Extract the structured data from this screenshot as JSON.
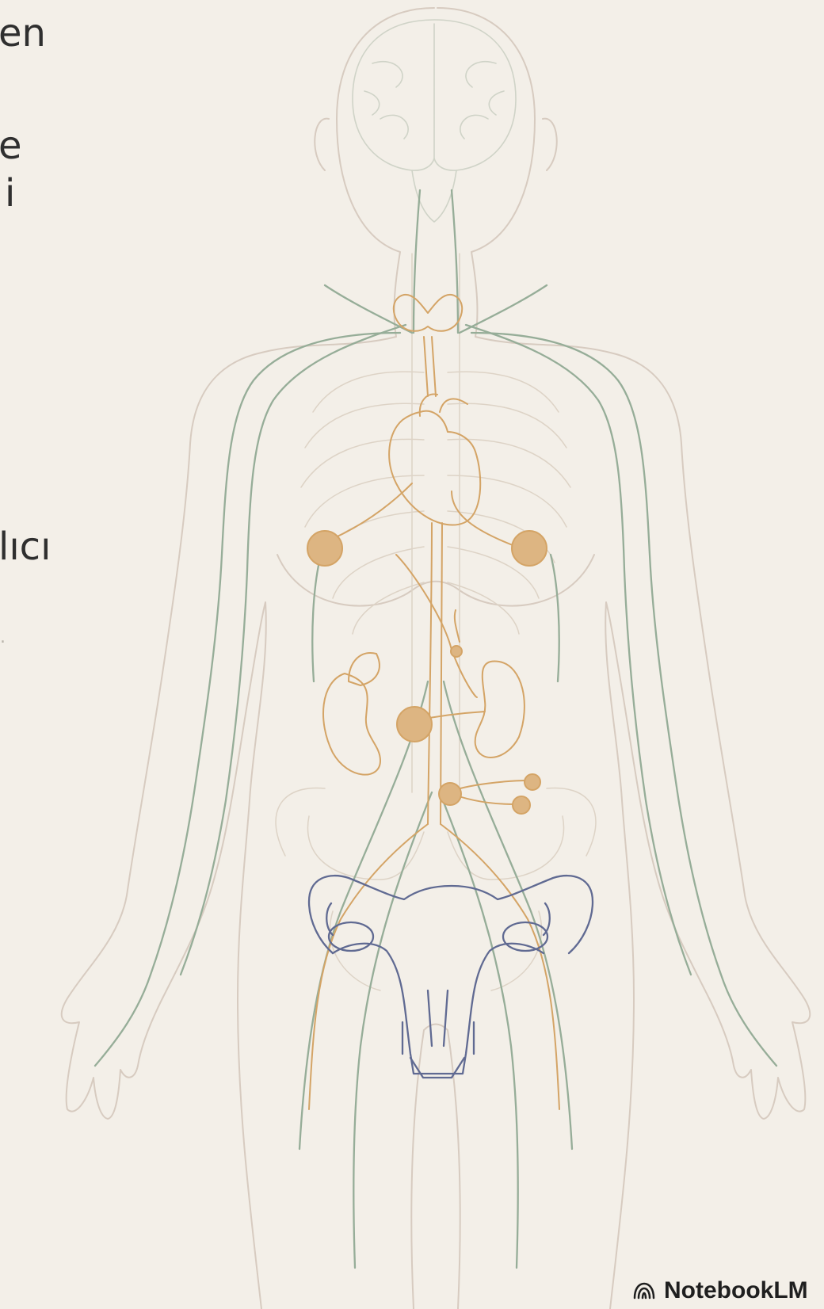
{
  "text_fragments": [
    "en",
    "e",
    "i",
    "lıcı",
    "."
  ],
  "watermark": {
    "label": "NotebookLM",
    "icon": "notebooklm-logo-icon"
  },
  "colors": {
    "background": "#f3efe8",
    "body_outline": "#d7cbc0",
    "nerves": "#96ad98",
    "endocrine": "#d4a466",
    "gland_fill": "#ddb582",
    "reproductive": "#606a92",
    "text": "#2f2f2f"
  }
}
